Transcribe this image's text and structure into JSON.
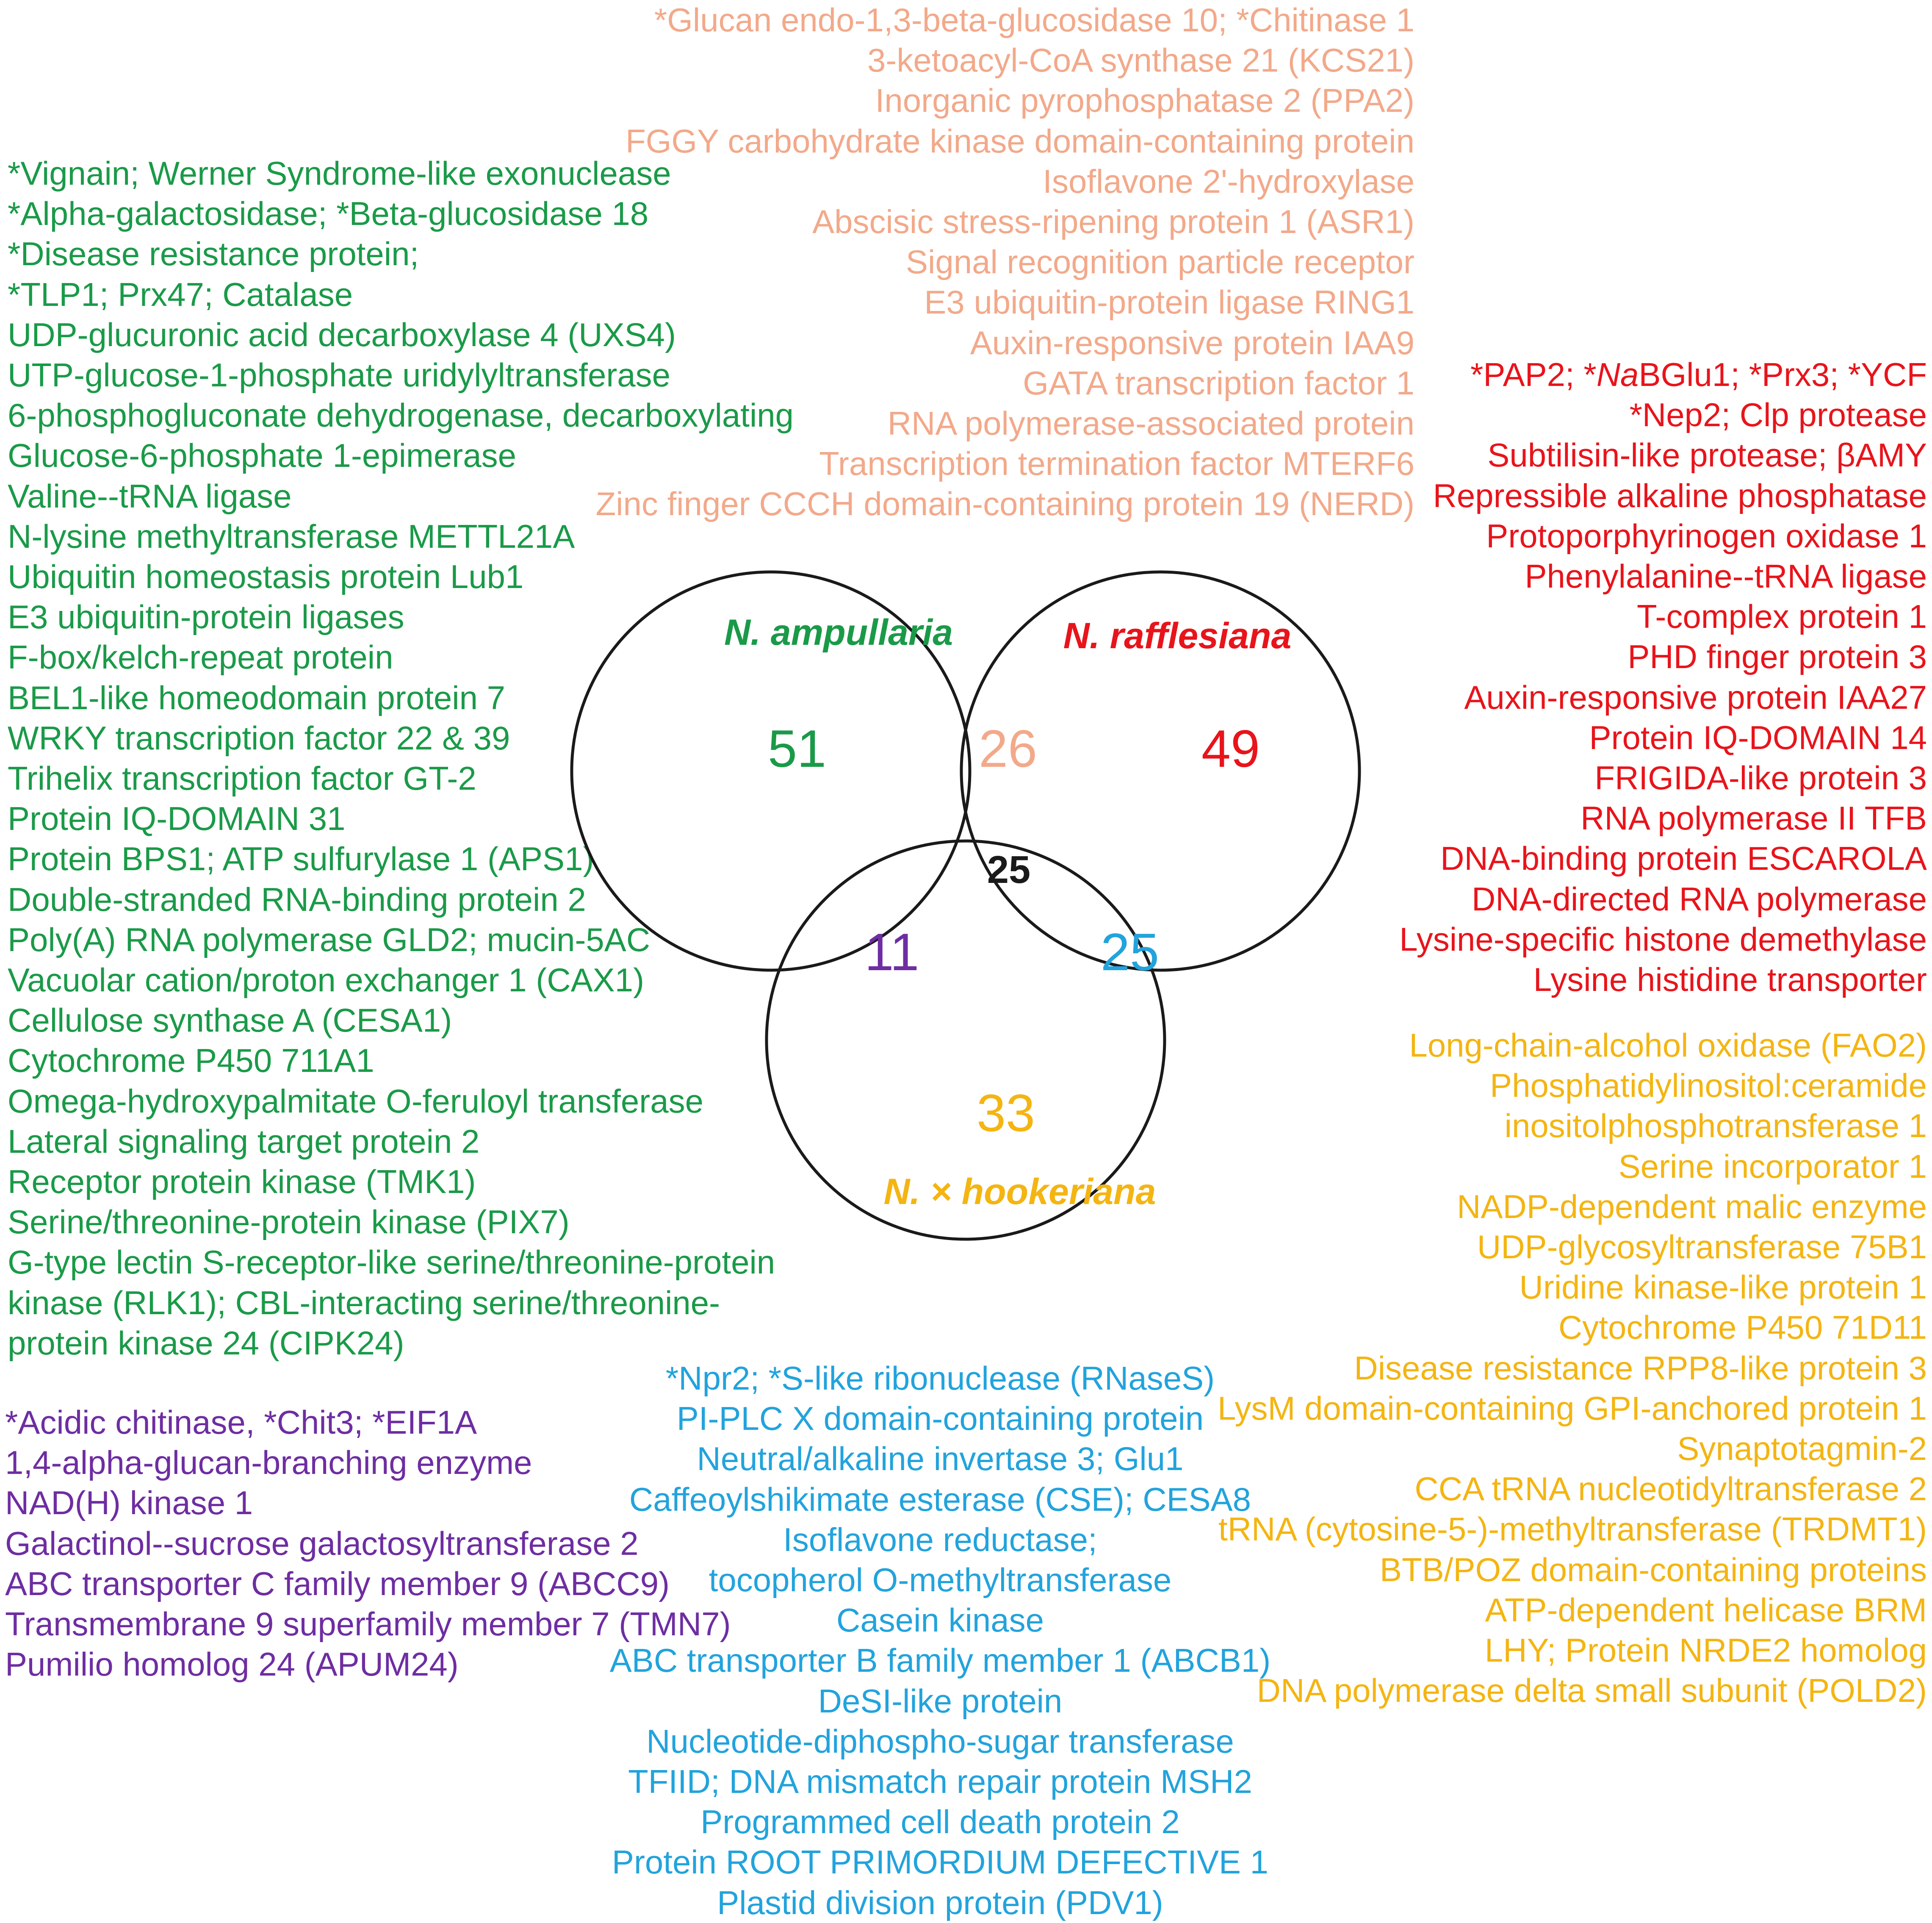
{
  "colors": {
    "ampullaria": "#1a9a48",
    "rafflesiana": "#e8141b",
    "hookeriana": "#f4b512",
    "shared_amp_raff": "#f2a98a",
    "shared_amp_hook": "#6e2da2",
    "shared_raff_hook": "#22a3dc",
    "core": "#1a1a1a"
  },
  "venn": {
    "sets": [
      {
        "name": "N. ampullaria",
        "count": "51"
      },
      {
        "name": "N. rafflesiana",
        "count": "49"
      },
      {
        "name": "N. × hookeriana",
        "count": "33"
      }
    ],
    "intersections": {
      "ampullaria_rafflesiana": "26",
      "ampullaria_hookeriana": "11",
      "rafflesiana_hookeriana": "25",
      "all_three": "25"
    }
  },
  "lists": {
    "ampullaria_rafflesiana": [
      "*Glucan endo-1,3-beta-glucosidase 10; *Chitinase 1",
      "3-ketoacyl-CoA synthase 21 (KCS21)",
      "Inorganic pyrophosphatase 2 (PPA2)",
      "FGGY carbohydrate kinase domain-containing protein",
      "Isoflavone 2'-hydroxylase",
      "Abscisic stress-ripening protein 1 (ASR1)",
      "Signal recognition particle receptor",
      "E3 ubiquitin-protein ligase RING1",
      "Auxin-responsive protein IAA9",
      "GATA transcription factor 1",
      "RNA polymerase-associated protein",
      "Transcription termination factor MTERF6",
      "Zinc finger CCCH domain-containing protein 19 (NERD)"
    ],
    "ampullaria": [
      "*Vignain; Werner Syndrome-like exonuclease",
      "*Alpha-galactosidase; *Beta-glucosidase 18",
      "*Disease resistance protein;",
      "*TLP1; Prx47; Catalase",
      "UDP-glucuronic acid decarboxylase 4 (UXS4)",
      "UTP-glucose-1-phosphate uridylyltransferase",
      "6-phosphogluconate dehydrogenase, decarboxylating",
      "Glucose-6-phosphate 1-epimerase",
      "Valine--tRNA ligase",
      "N-lysine methyltransferase METTL21A",
      "Ubiquitin homeostasis protein Lub1",
      "E3 ubiquitin-protein ligases",
      "F-box/kelch-repeat protein",
      "BEL1-like homeodomain protein 7",
      "WRKY transcription factor 22 & 39",
      "Trihelix transcription factor GT-2",
      "Protein IQ-DOMAIN 31",
      "Protein BPS1; ATP sulfurylase 1 (APS1)",
      "Double-stranded RNA-binding protein 2",
      "Poly(A) RNA polymerase GLD2; mucin-5AC",
      "Vacuolar cation/proton exchanger 1 (CAX1)",
      "Cellulose synthase A (CESA1)",
      "Cytochrome P450 711A1",
      "Omega-hydroxypalmitate O-feruloyl transferase",
      "Lateral signaling target protein 2",
      "Receptor protein kinase (TMK1)",
      "Serine/threonine-protein kinase (PIX7)",
      "G-type lectin S-receptor-like serine/threonine-protein",
      "kinase (RLK1); CBL-interacting serine/threonine-",
      "protein kinase 24 (CIPK24)"
    ],
    "rafflesiana": [
      {
        "pre": "*PAP2; *",
        "em": "Na",
        "post": "BGlu1; *Prx3; *YCF"
      },
      {
        "pre": "*Nep2; Clp protease",
        "em": "",
        "post": ""
      },
      {
        "pre": "Subtilisin-like protease; βAMY",
        "em": "",
        "post": ""
      },
      {
        "pre": "Repressible alkaline phosphatase",
        "em": "",
        "post": ""
      },
      {
        "pre": "Protoporphyrinogen oxidase 1",
        "em": "",
        "post": ""
      },
      {
        "pre": "Phenylalanine--tRNA ligase",
        "em": "",
        "post": ""
      },
      {
        "pre": "T-complex protein 1",
        "em": "",
        "post": ""
      },
      {
        "pre": "PHD finger protein 3",
        "em": "",
        "post": ""
      },
      {
        "pre": "Auxin-responsive protein IAA27",
        "em": "",
        "post": ""
      },
      {
        "pre": "Protein IQ-DOMAIN 14",
        "em": "",
        "post": ""
      },
      {
        "pre": "FRIGIDA-like protein 3",
        "em": "",
        "post": ""
      },
      {
        "pre": "RNA polymerase II TFB",
        "em": "",
        "post": ""
      },
      {
        "pre": "DNA-binding protein ESCAROLA",
        "em": "",
        "post": ""
      },
      {
        "pre": "DNA-directed RNA polymerase",
        "em": "",
        "post": ""
      },
      {
        "pre": "Lysine-specific histone demethylase",
        "em": "",
        "post": ""
      },
      {
        "pre": "Lysine histidine transporter",
        "em": "",
        "post": ""
      }
    ],
    "hookeriana": [
      "Long-chain-alcohol oxidase (FAO2)",
      "Phosphatidylinositol:ceramide",
      "inositolphosphotransferase 1",
      "Serine incorporator 1",
      "NADP-dependent malic enzyme",
      "UDP-glycosyltransferase 75B1",
      "Uridine kinase-like protein 1",
      "Cytochrome P450 71D11",
      "Disease resistance RPP8-like protein 3",
      "LysM domain-containing GPI-anchored protein 1",
      "Synaptotagmin-2",
      "CCA tRNA nucleotidyltransferase 2",
      "tRNA (cytosine-5-)-methyltransferase (TRDMT1)",
      "BTB/POZ domain-containing proteins",
      "ATP-dependent helicase BRM",
      "LHY; Protein NRDE2 homolog",
      "DNA polymerase delta small subunit (POLD2)"
    ],
    "ampullaria_hookeriana": [
      "*Acidic chitinase, *Chit3; *EIF1A",
      "1,4-alpha-glucan-branching enzyme",
      "NAD(H) kinase 1",
      "Galactinol--sucrose galactosyltransferase 2",
      "ABC transporter C family member 9 (ABCC9)",
      "Transmembrane 9 superfamily member 7 (TMN7)",
      "Pumilio homolog 24 (APUM24)"
    ],
    "rafflesiana_hookeriana": [
      "*Npr2; *S-like ribonuclease (RNaseS)",
      "PI-PLC X domain-containing protein",
      "Neutral/alkaline invertase 3; Glu1",
      "Caffeoylshikimate esterase (CSE); CESA8",
      "Isoflavone reductase;",
      "tocopherol O-methyltransferase",
      "Casein kinase",
      "ABC transporter B family member 1 (ABCB1)",
      "DeSI-like protein",
      "Nucleotide-diphospho-sugar transferase",
      "TFIID; DNA mismatch repair protein MSH2",
      "Programmed cell death protein 2",
      "Protein ROOT PRIMORDIUM DEFECTIVE 1",
      "Plastid division protein (PDV1)"
    ]
  }
}
